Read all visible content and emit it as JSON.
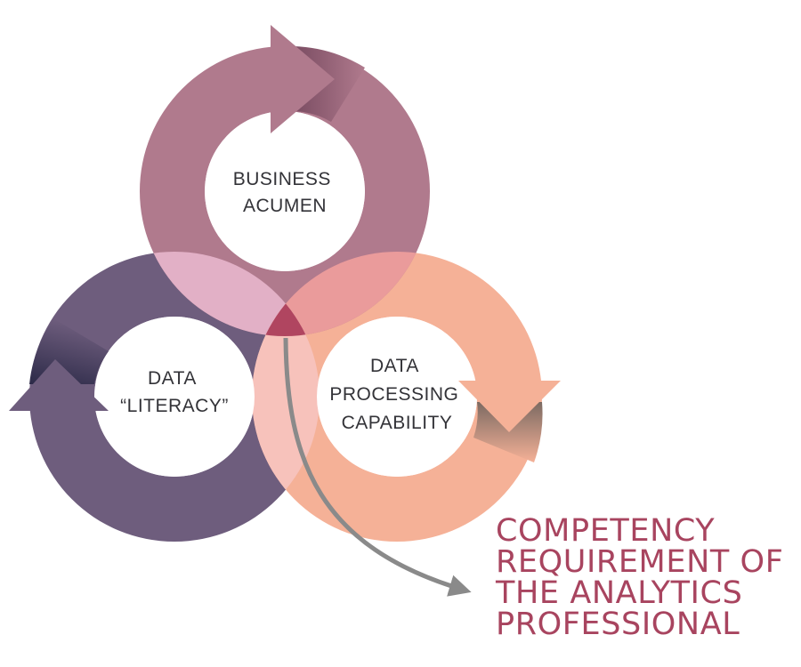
{
  "rings": {
    "business": {
      "lines": [
        "BUSINESS",
        "ACUMEN"
      ],
      "color": "#b07a8d",
      "arrow_gradient": "#7a4c62"
    },
    "literacy": {
      "lines": [
        "DATA",
        "“LITERACY”"
      ],
      "color": "#6e5d7d",
      "arrow_gradient": "#2c2a48"
    },
    "processing": {
      "lines": [
        "DATA",
        "PROCESSING",
        "CAPABILITY"
      ],
      "color": "#f5b197",
      "arrow_gradient": "#7c6a62"
    }
  },
  "overlaps": {
    "business_literacy": "#e2b0c6",
    "business_processing": "#ea9b9b",
    "literacy_processing": "#f7c2bb",
    "center": "#b04560"
  },
  "callout": {
    "lines": [
      "COMPETENCY",
      "REQUIREMENT OF",
      "THE ANALYTICS",
      "PROFESSIONAL"
    ],
    "color": "#a8445f",
    "arrow_color": "#8a8a8a"
  }
}
